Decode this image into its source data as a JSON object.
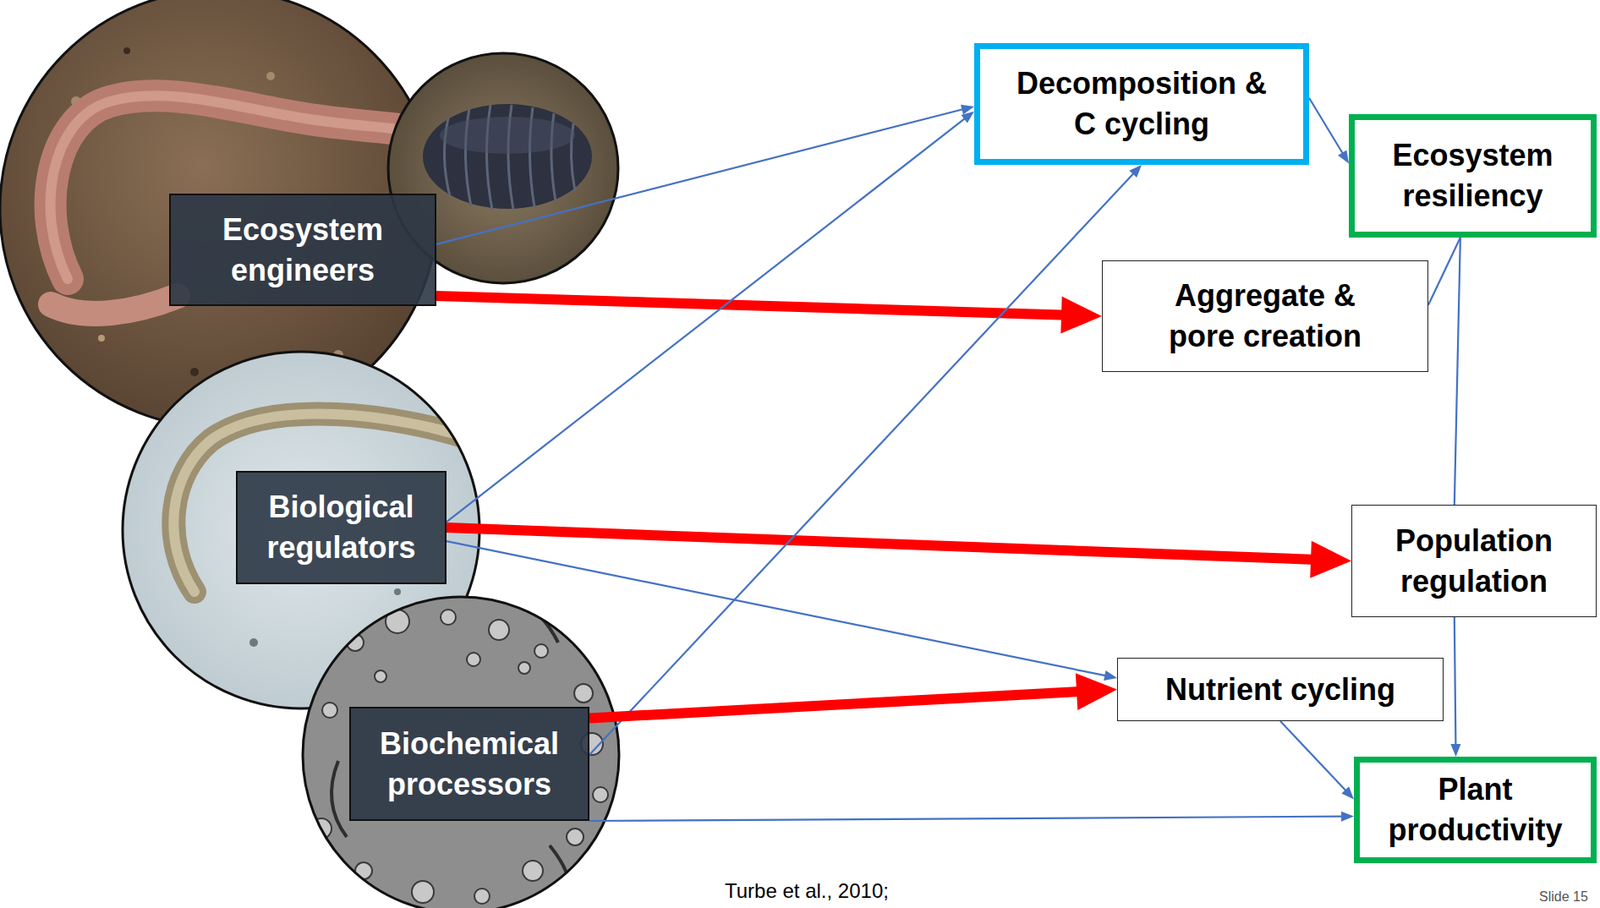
{
  "diagram": {
    "nodes": [
      {
        "text": [
          "Ecosystem engineers"
        ]
      },
      {
        "text": [
          "Biological regulators"
        ]
      },
      {
        "text": [
          "Biochemical processors"
        ]
      },
      {
        "text": [
          "Decomposition & C cycling"
        ]
      },
      {
        "text": [
          "Ecosystem resiliency"
        ]
      },
      {
        "text": [
          "Aggregate & pore creation"
        ]
      },
      {
        "text": [
          "Population regulation"
        ]
      },
      {
        "text": [
          "Nutrient cycling"
        ]
      },
      {
        "text": [
          "Plant productivity"
        ]
      }
    ],
    "edges": [
      {
        "from": 0,
        "to": 3,
        "arrow": "to"
      },
      {
        "from": 0,
        "to": 5,
        "arrow": "to"
      },
      {
        "from": 1,
        "to": 3,
        "arrow": "to"
      },
      {
        "from": 1,
        "to": 6,
        "arrow": "to"
      },
      {
        "from": 1,
        "to": 7,
        "arrow": "to"
      },
      {
        "from": 2,
        "to": 3,
        "arrow": "to"
      },
      {
        "from": 2,
        "to": 7,
        "arrow": "to"
      },
      {
        "from": 2,
        "to": 8,
        "arrow": "to"
      },
      {
        "from": 3,
        "to": 4,
        "arrow": "to"
      },
      {
        "from": 5,
        "to": 4,
        "arrow": "none"
      },
      {
        "from": 4,
        "to": 6,
        "arrow": "none"
      },
      {
        "from": 6,
        "to": 8,
        "arrow": "to"
      },
      {
        "from": 7,
        "to": 8,
        "arrow": "to"
      }
    ],
    "labels": [
      "Turbe et al., 2010;",
      "Slide 15"
    ]
  }
}
